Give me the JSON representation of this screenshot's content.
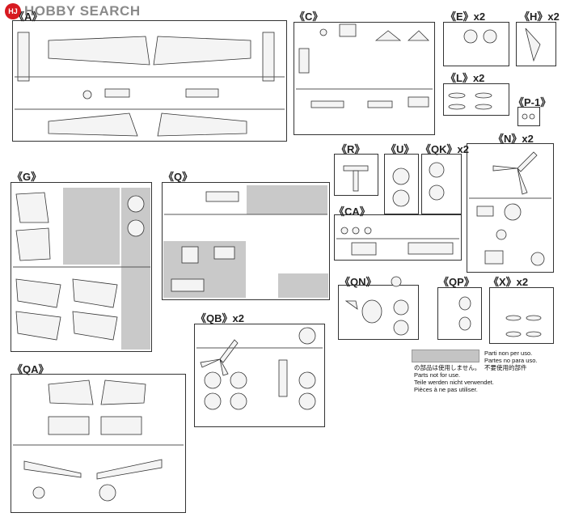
{
  "watermark": {
    "logo_mark": "HJ",
    "text": "HOBBY SEARCH"
  },
  "sprue_labels": {
    "A": "《A》",
    "C": "《C》",
    "E": "《E》x2",
    "H": "《H》x2",
    "L": "《L》x2",
    "P1": "《P-1》",
    "R": "《R》",
    "U": "《U》",
    "QK": "《QK》x2",
    "N": "《N》x2",
    "G": "《G》",
    "Q": "《Q》",
    "CA": "《CA》",
    "QB": "《QB》x2",
    "QN": "《QN》",
    "QP": "《QP》",
    "X": "《X》x2",
    "QA": "《QA》"
  },
  "legend": {
    "ja": "の部品は使用しません。",
    "en": "Parts not for use.",
    "de": "Teile werden nicht verwendet.",
    "fr": "Pièces à ne pas utiliser.",
    "it": "Parti non per uso.",
    "es": "Partes no para uso.",
    "zh": "不要使用的部件"
  }
}
